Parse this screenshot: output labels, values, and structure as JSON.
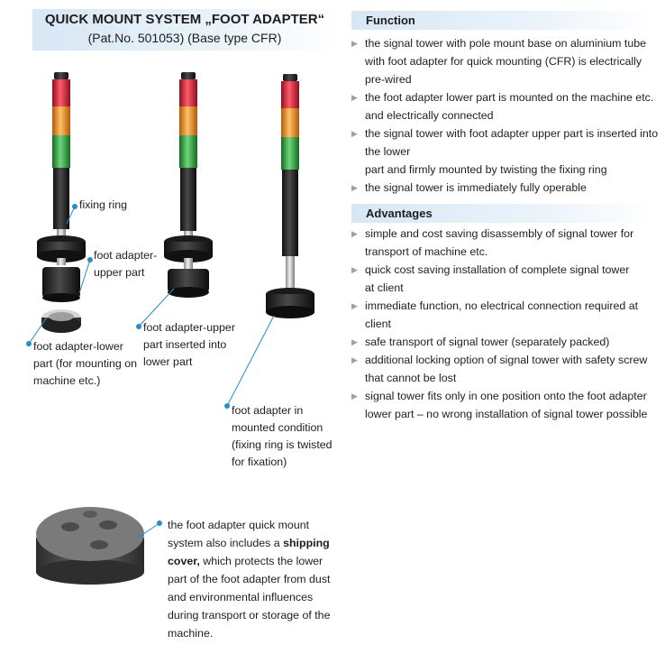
{
  "header": {
    "title": "QUICK MOUNT SYSTEM „FOOT ADAPTER“",
    "subtitle": "(Pat.No. 501053) (Base type CFR)"
  },
  "captions": {
    "fixing_ring": "fixing ring",
    "upper_part": [
      "foot adapter-",
      "upper part"
    ],
    "lower_part": [
      "foot adapter-lower",
      "part (for mounting on",
      "machine etc.)"
    ],
    "upper_inserted": [
      "foot adapter-upper",
      "part inserted into",
      "lower part"
    ],
    "mounted": [
      "foot adapter in",
      "mounted condition",
      "(fixing ring is twisted",
      "for fixation)"
    ],
    "shipping_cover": {
      "l1": "the foot adapter quick mount",
      "l2": "system also includes a ",
      "bold1": "shipping",
      "bold2": "cover,",
      "l3": " which protects the lower",
      "l4": "part of the foot adapter from dust",
      "l5": "and environmental influences",
      "l6": "during transport or storage of the",
      "l7": "machine."
    }
  },
  "function": {
    "heading": "Function",
    "items": [
      [
        "the signal tower with pole mount base on aluminium tube",
        "with foot adapter for quick mounting (CFR) is electrically",
        "pre-wired"
      ],
      [
        "the foot adapter lower part is mounted on the machine etc.",
        "and electrically connected"
      ],
      [
        "the signal tower with foot adapter upper part is inserted into",
        "the lower",
        "part and firmly mounted by twisting the fixing ring"
      ],
      [
        "the signal tower is immediately fully operable"
      ]
    ]
  },
  "advantages": {
    "heading": "Advantages",
    "items": [
      [
        "simple and cost saving disassembly of signal tower for",
        "transport of machine etc."
      ],
      [
        "quick cost saving installation of complete signal tower",
        "at client"
      ],
      [
        "immediate function, no electrical connection required at client"
      ],
      [
        "safe transport of signal tower (separately packed)"
      ],
      [
        "additional locking option of signal tower with safety screw",
        "that cannot be lost"
      ],
      [
        "signal tower fits only in one position onto the  foot adapter",
        "lower part – no wrong installation of signal tower possible"
      ]
    ]
  },
  "colors": {
    "accent": "#1f8fd0",
    "header_bg": "#d7e7f4",
    "red": "#d8203a",
    "orange": "#f08a1e",
    "green": "#2e9e3c"
  }
}
